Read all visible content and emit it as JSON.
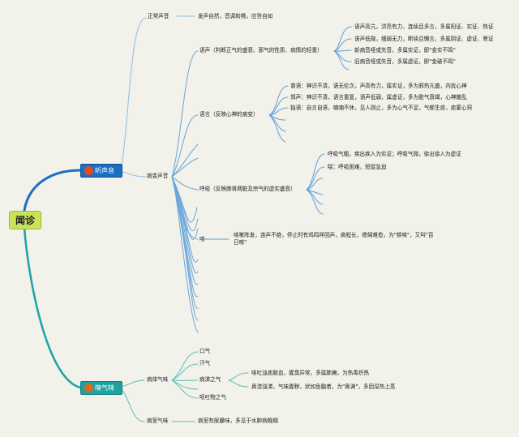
{
  "root": "闻诊",
  "listen": {
    "label": "听声音",
    "normal": {
      "label": "正常声音",
      "desc": "发声自然，音调和畅，应答自如"
    },
    "abnormal": {
      "label": "病变声音",
      "voice": {
        "label": "语声（判断正气的盛衰、邪气的性质、病情的轻重）",
        "items": [
          "语声高亢，洪亮有力，连续且多言，多属阳证、实证、热证",
          "语声低微，细弱无力，断续且懒言，多属阴证、虚证、寒证",
          "新病音哑或失音，多属实证，即\"金实不鸣\"",
          "旧病音哑或失音，多属虚证，即\"金破不鸣\""
        ]
      },
      "speech": {
        "label": "语言（反映心神的病变）",
        "items": [
          "谵语：神识不清，语无伦次，声高有力，属实证，多为邪热亢盛，内扰心神",
          "郑声：神识不清，语言重复，语声低弱，属虚证，多为脏气衰竭，心神散乱",
          "独语：自言自语，喃喃不休，见人则止，多为心气不足，气郁生痰，痰蒙心窍"
        ]
      },
      "breath": {
        "label": "呼吸（反映肺肾两脏及宗气的虚实盛衰）",
        "items": [
          "呼吸气粗，疾出疾入为实证；呼吸气微，徐出徐入为虚证",
          "喘：呼吸困难，短促急迫"
        ]
      },
      "cough": {
        "label": "咳",
        "desc": "咳嗽阵发，连声不绝，停止时有鸡鸣样回声，病程长，缠绵难愈，为\"顿咳\"，又叫\"百日咳\""
      }
    }
  },
  "smell": {
    "label": "嗅气味",
    "body": {
      "label": "病体气味",
      "items": [
        "口气",
        "汗气",
        "病涕之气",
        "呕吐物之气"
      ],
      "nasal": [
        "咳吐浊痰脓血，腥臭异常，多属肺痈，为热毒炽热",
        "鼻流浊涕，气味腥秽，状如鱼脑者，为\"鼻渊\"，多因湿热上蒸"
      ]
    },
    "room": {
      "label": "病室气味",
      "desc": "病室有尿臊味，多见于水肿病晚期"
    }
  },
  "colors": {
    "background": "#f2f1ea",
    "listen_line": "#1a6fc4",
    "smell_line": "#1da3a3",
    "root_fill": "#c8e35a",
    "dot": "#e04a1f"
  }
}
